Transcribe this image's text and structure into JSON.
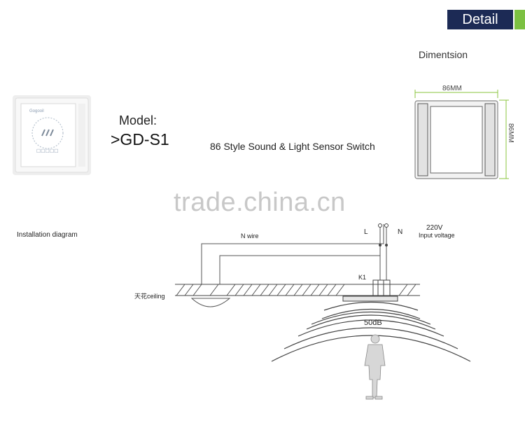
{
  "header": {
    "detail_tab": "Detail"
  },
  "dimension": {
    "title": "Dimentsion",
    "width_label": "86MM",
    "height_label": "86MM"
  },
  "product": {
    "brand_on_switch": "Gogooil",
    "model_label": "Model:",
    "model_value": ">GD-S1",
    "name": "86 Style Sound & Light Sensor Switch"
  },
  "watermark": "trade.china.cn",
  "installation": {
    "title": "Installation diagram",
    "n_wire_label": "N wire",
    "l_label": "L",
    "n_label": "N",
    "voltage": "220V",
    "voltage_desc": "Input voltage",
    "relay_label": "K1",
    "ceiling_label": "天花ceiling",
    "sound_level": "50dB"
  },
  "colors": {
    "detail_bg": "#1c2a55",
    "detail_accent": "#7cc142",
    "dimension_lines": "#8bc53f"
  }
}
